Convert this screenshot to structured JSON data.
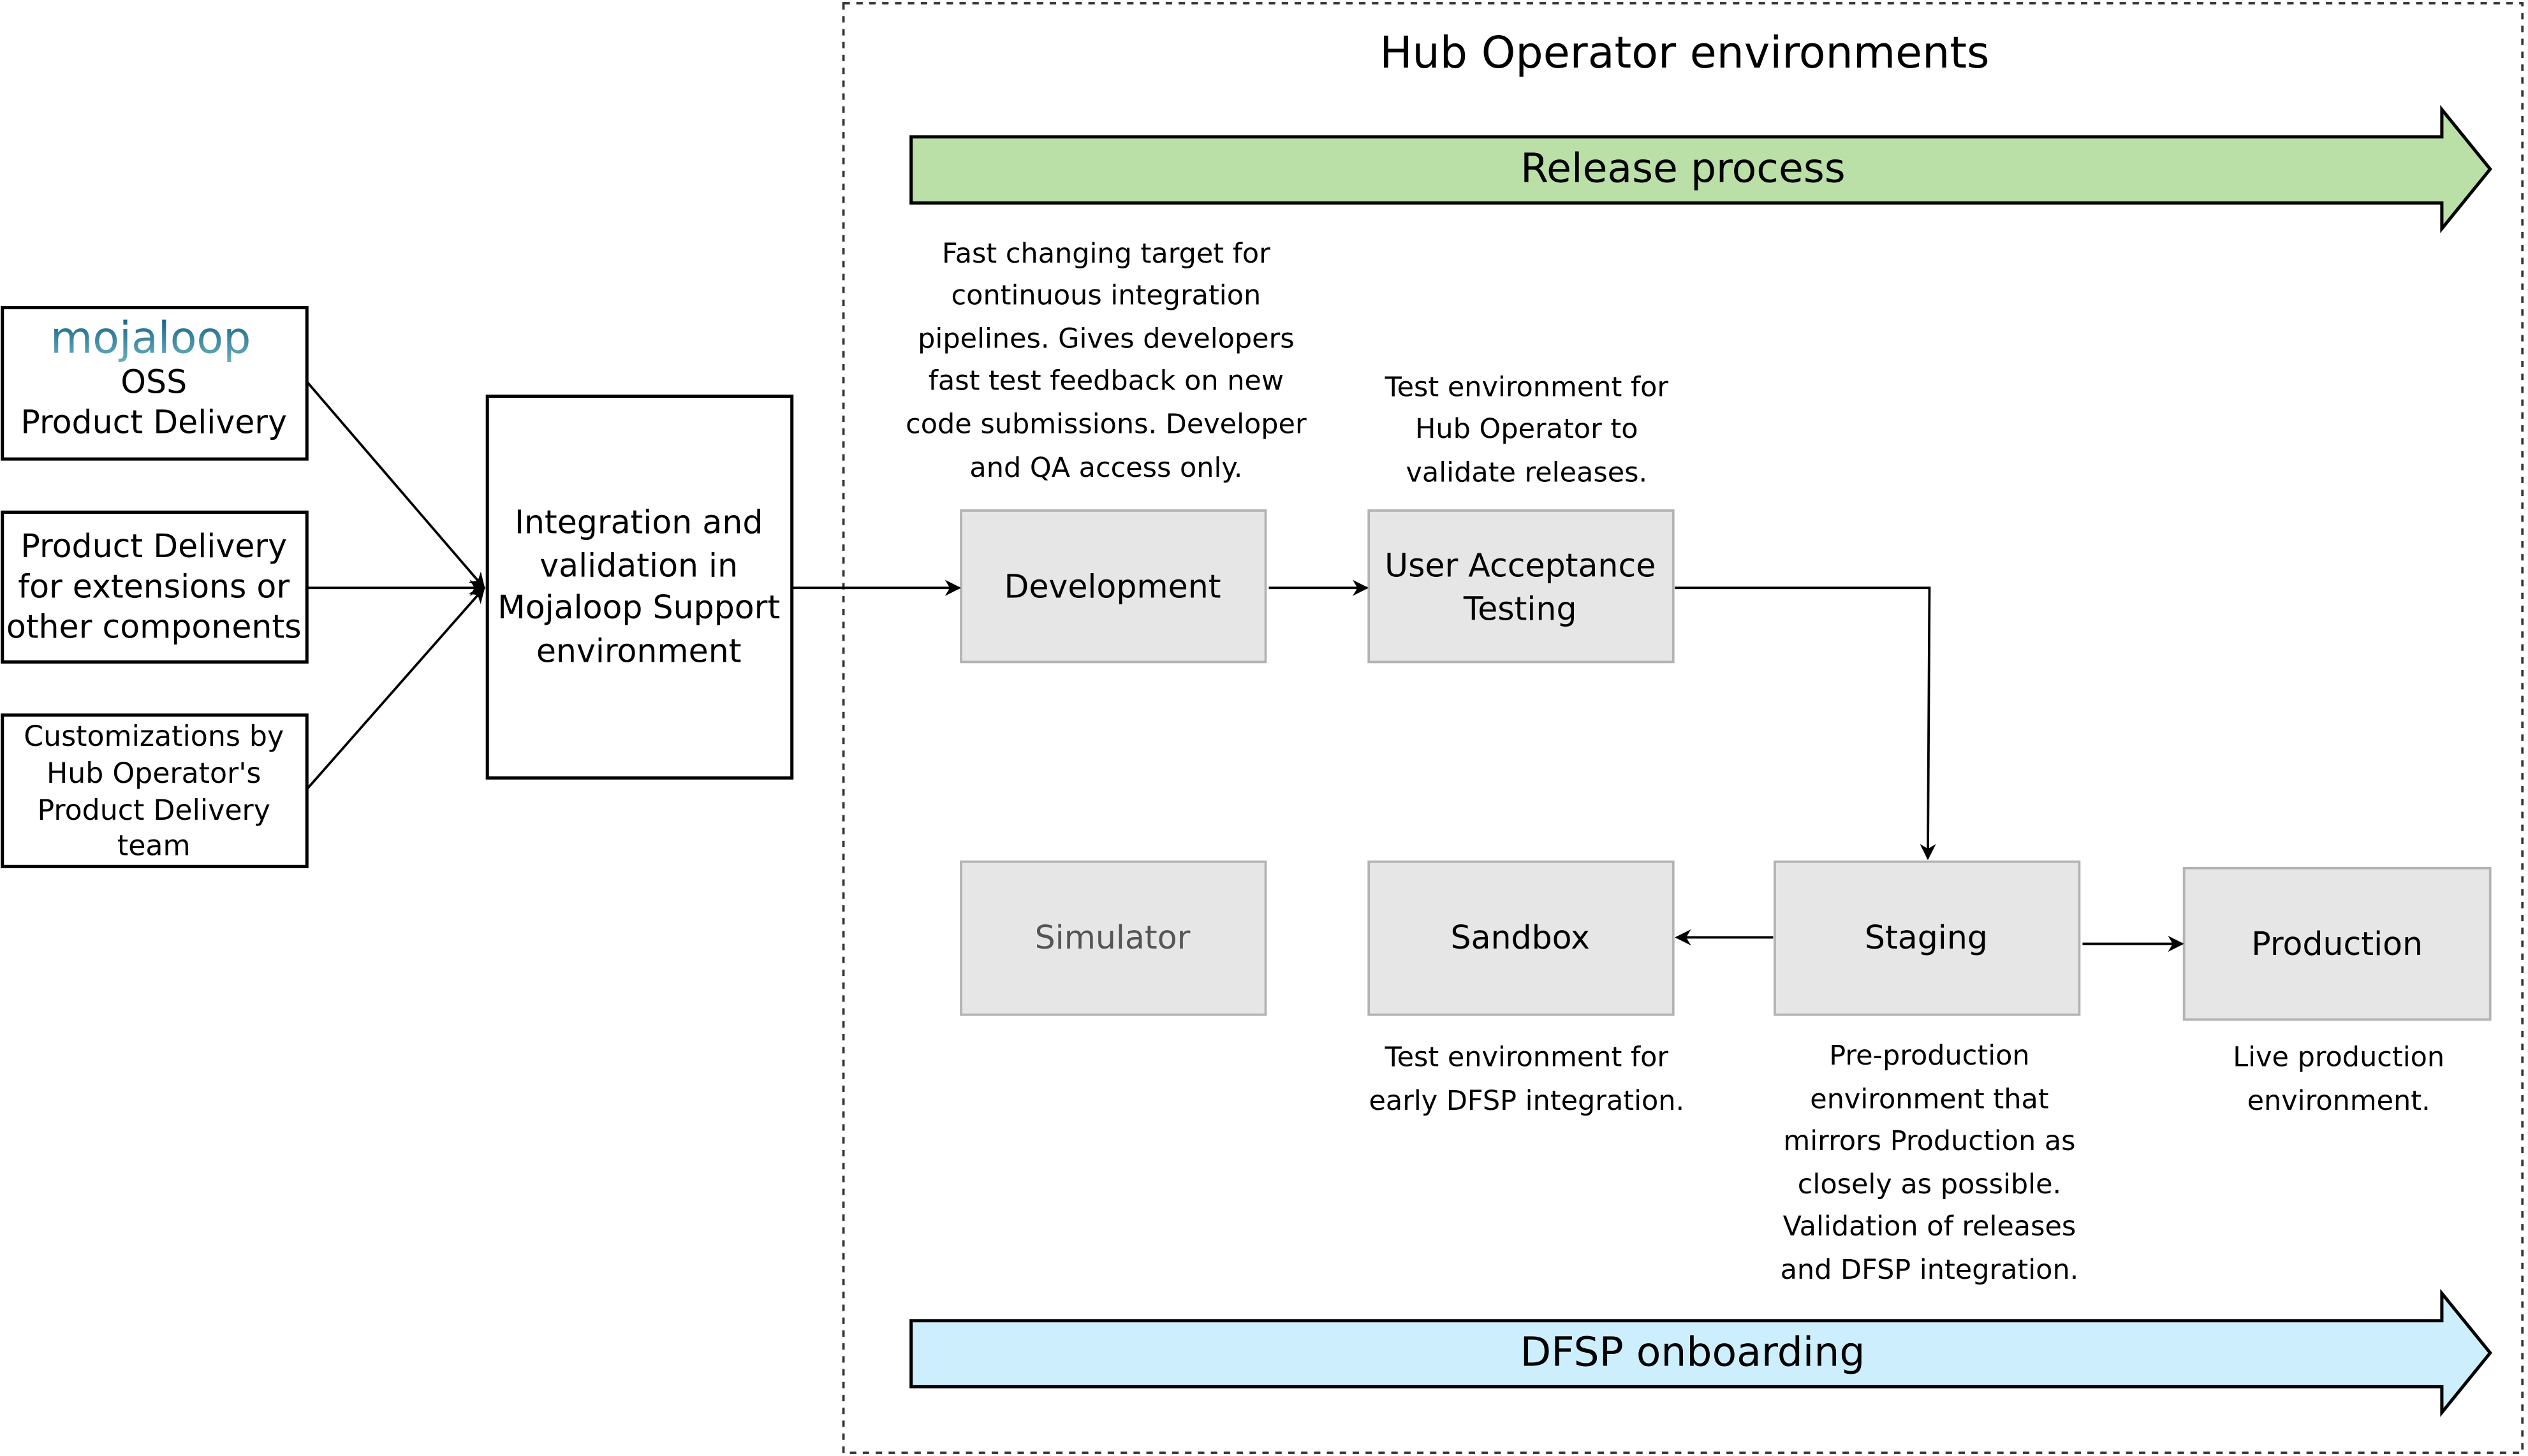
{
  "title": "Hub Operator environments",
  "release_arrow": {
    "label": "Release process",
    "color": "#bae0a7"
  },
  "onboarding_arrow": {
    "label": "DFSP onboarding",
    "color": "#cdeffd"
  },
  "sources": {
    "oss": {
      "logo": "mojaloop",
      "logo_color": "#1b6a8a",
      "lines": [
        "OSS",
        "Product Delivery"
      ]
    },
    "extensions": {
      "lines": [
        "Product Delivery",
        "for extensions or",
        "other components"
      ]
    },
    "customizations": {
      "lines": [
        "Customizations by",
        "Hub Operator's",
        "Product Delivery",
        "team"
      ]
    }
  },
  "integration": {
    "lines": [
      "Integration and",
      "validation in",
      "Mojaloop Support",
      "environment"
    ]
  },
  "environments": {
    "development": {
      "label": "Development",
      "description": [
        "Fast changing target for",
        "continuous integration",
        "pipelines. Gives developers",
        "fast test feedback on new",
        "code submissions. Developer",
        "and QA access only."
      ]
    },
    "uat": {
      "lines": [
        "User Acceptance",
        "Testing"
      ],
      "description": [
        "Test environment for",
        "Hub Operator to",
        "validate releases."
      ]
    },
    "simulator": {
      "label": "Simulator"
    },
    "sandbox": {
      "label": "Sandbox",
      "description": [
        "Test environment for",
        "early DFSP integration."
      ]
    },
    "staging": {
      "label": "Staging",
      "description": [
        "Pre-production",
        "environment that",
        "mirrors Production as",
        "closely as possible.",
        "Validation of releases",
        "and DFSP integration."
      ]
    },
    "production": {
      "label": "Production",
      "description": [
        "Live production",
        "environment."
      ]
    }
  },
  "colors": {
    "env_fill": "#e6e6e6",
    "env_stroke": "#b3b3b3"
  }
}
